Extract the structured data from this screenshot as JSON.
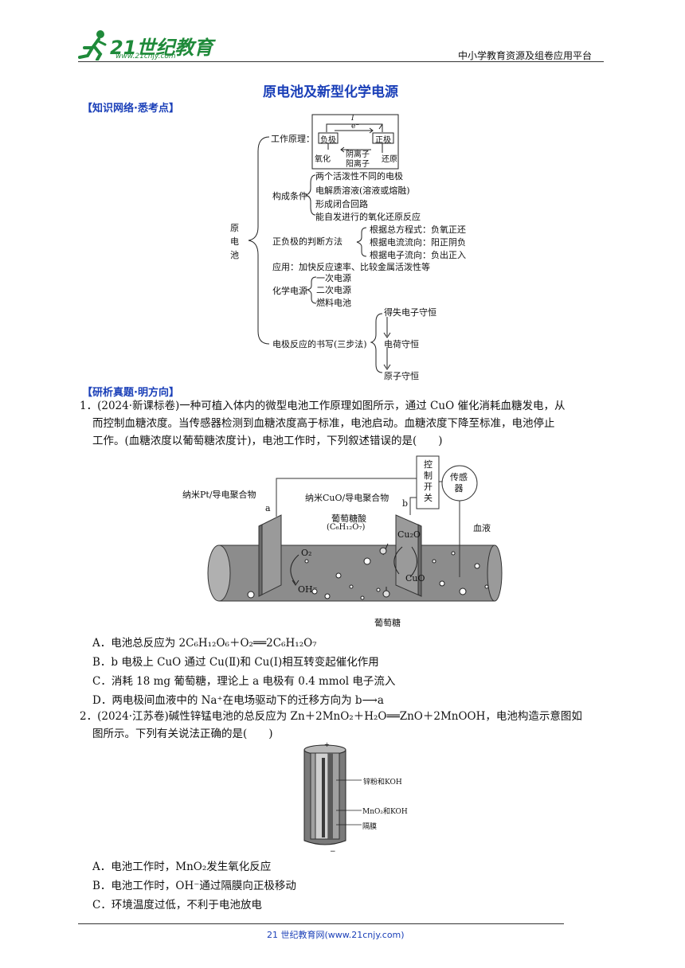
{
  "header": {
    "logo_main": "21世纪教育",
    "logo_url": "www.21cnjy.com",
    "platform": "中小学教育资源及组卷应用平台"
  },
  "title": "原电池及新型化学电源",
  "section1": "【知识网络·悉考点】",
  "mindmap": {
    "root": "原电池",
    "n1": "工作原理：",
    "n1_box": {
      "I": "I",
      "e": "e⁻",
      "neg": "负极",
      "pos": "正极",
      "anion": "阴离子",
      "cation": "阳离子",
      "ox": "氧化",
      "red": "还原"
    },
    "n2": "构成条件",
    "n2_items": [
      "两个活泼性不同的电极",
      "电解质溶液(溶液或熔融)",
      "形成闭合回路",
      "能自发进行的氧化还原反应"
    ],
    "n3": "正负极的判断方法",
    "n3_items": [
      "根据总方程式：负氧正还",
      "根据电流流向：阳正阴负",
      "根据电子流向：负出正入"
    ],
    "n4": "应用：加快反应速率、比较金属活泼性等",
    "n5": "化学电源",
    "n5_items": [
      "一次电源",
      "二次电源",
      "燃料电池"
    ],
    "n6": "电极反应的书写(三步法)",
    "n6_items": [
      "得失电子守恒",
      "电荷守恒",
      "原子守恒"
    ]
  },
  "section2": "【研析真题·明方向】",
  "q1": {
    "lines": [
      "1．(2024·新课标卷)一种可植入体内的微型电池工作原理如图所示，通过 CuO 催化消耗血糖发电，从",
      "而控制血糖浓度。当传感器检测到血糖浓度高于标准，电池启动。血糖浓度下降至标准，电池停止",
      "工作。(血糖浓度以葡萄糖浓度计)，电池工作时，下列叙述错误的是(　　)"
    ],
    "diagram": {
      "left_label": "纳米Pt/导电聚合物",
      "a": "a",
      "right_label": "纳米CuO/导电聚合物",
      "b": "b",
      "control": [
        "控",
        "制",
        "开",
        "关"
      ],
      "sensor": [
        "传感",
        "器"
      ],
      "acid": "葡萄糖酸",
      "acid_formula": "(C₆H₁₂O₇)",
      "cu2o": "Cu₂O",
      "cuo": "CuO",
      "o2": "O₂",
      "oh": "OH⁻",
      "blood": "血液",
      "glucose": "葡萄糖"
    },
    "options": [
      "A．电池总反应为 2C₆H₁₂O₆＋O₂══2C₆H₁₂O₇",
      "B．b 电极上 CuO 通过 Cu(Ⅱ)和 Cu(Ⅰ)相互转变起催化作用",
      "C．消耗 18 mg 葡萄糖，理论上 a 电极有 0.4 mmol 电子流入",
      "D．两电极间血液中的 Na⁺在电场驱动下的迁移方向为 b⟶a"
    ]
  },
  "q2": {
    "lines": [
      "2．(2024·江苏卷)碱性锌锰电池的总反应为 Zn＋2MnO₂＋H₂O══ZnO＋2MnOOH，电池构造示意图如",
      "图所示。下列有关说法正确的是(　　)"
    ],
    "diagram": {
      "plus": "+",
      "minus": "−",
      "l1": "锌粉和KOH",
      "l2": "MnO₂和KOH",
      "l3": "隔膜"
    },
    "options": [
      "A．电池工作时，MnO₂发生氧化反应",
      "B．电池工作时，OH⁻通过隔膜向正极移动",
      "C．环境温度过低，不利于电池放电"
    ]
  },
  "footer": "21 世纪教育网(www.21cnjy.com)"
}
